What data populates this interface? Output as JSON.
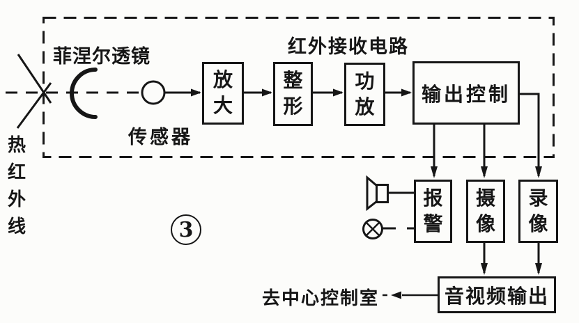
{
  "diagram": {
    "title": "红外接收电路",
    "figure_number": "3",
    "labels": {
      "input_rays": "热红外线",
      "lens": "菲涅尔透镜",
      "sensor": "传感器",
      "to_control_room": "去中心控制室"
    },
    "blocks": {
      "amplifier": "放大",
      "shaper": "整形",
      "power_amp": "功放",
      "output_control": "输出控制",
      "alarm": "报警",
      "camera": "摄像",
      "recorder": "录像",
      "av_output": "音视频输出"
    },
    "icons": {
      "speaker": "speaker-icon",
      "lamp": "lamp-icon",
      "lens": "lens-icon",
      "sensor": "sensor-circle-icon",
      "rays": "infrared-rays-icon"
    },
    "colors": {
      "line": "#161616",
      "background": "#fcfcfa"
    }
  }
}
